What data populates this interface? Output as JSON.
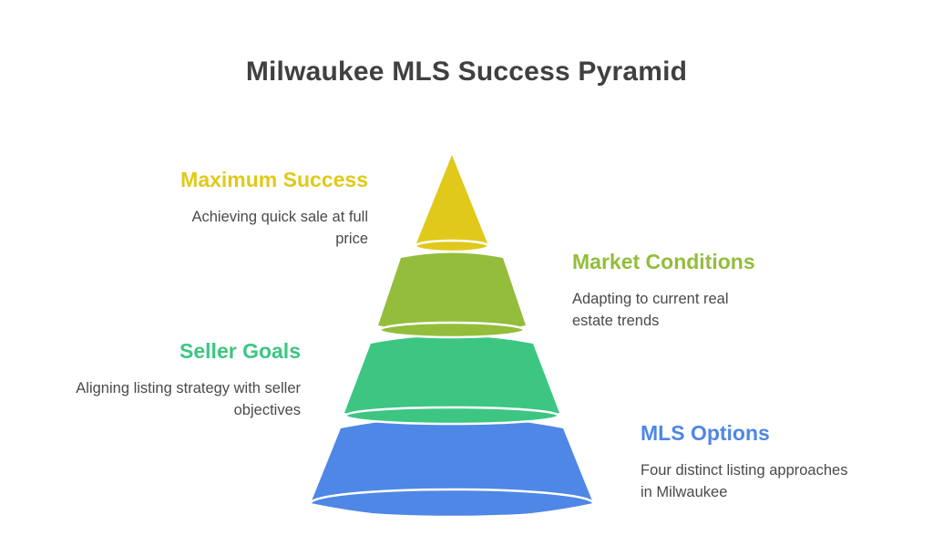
{
  "title": "Milwaukee MLS Success Pyramid",
  "levels": [
    {
      "name": "Maximum Success",
      "description": "Achieving quick sale at full price",
      "color": "#e0c91a"
    },
    {
      "name": "Market Conditions",
      "description": "Adapting to current real estate trends",
      "color": "#93bd3b"
    },
    {
      "name": "Seller Goals",
      "description": "Aligning listing strategy with seller objectives",
      "color": "#3cc682"
    },
    {
      "name": "MLS Options",
      "description": "Four distinct listing approaches in Milwaukee",
      "color": "#4e87e6"
    }
  ]
}
